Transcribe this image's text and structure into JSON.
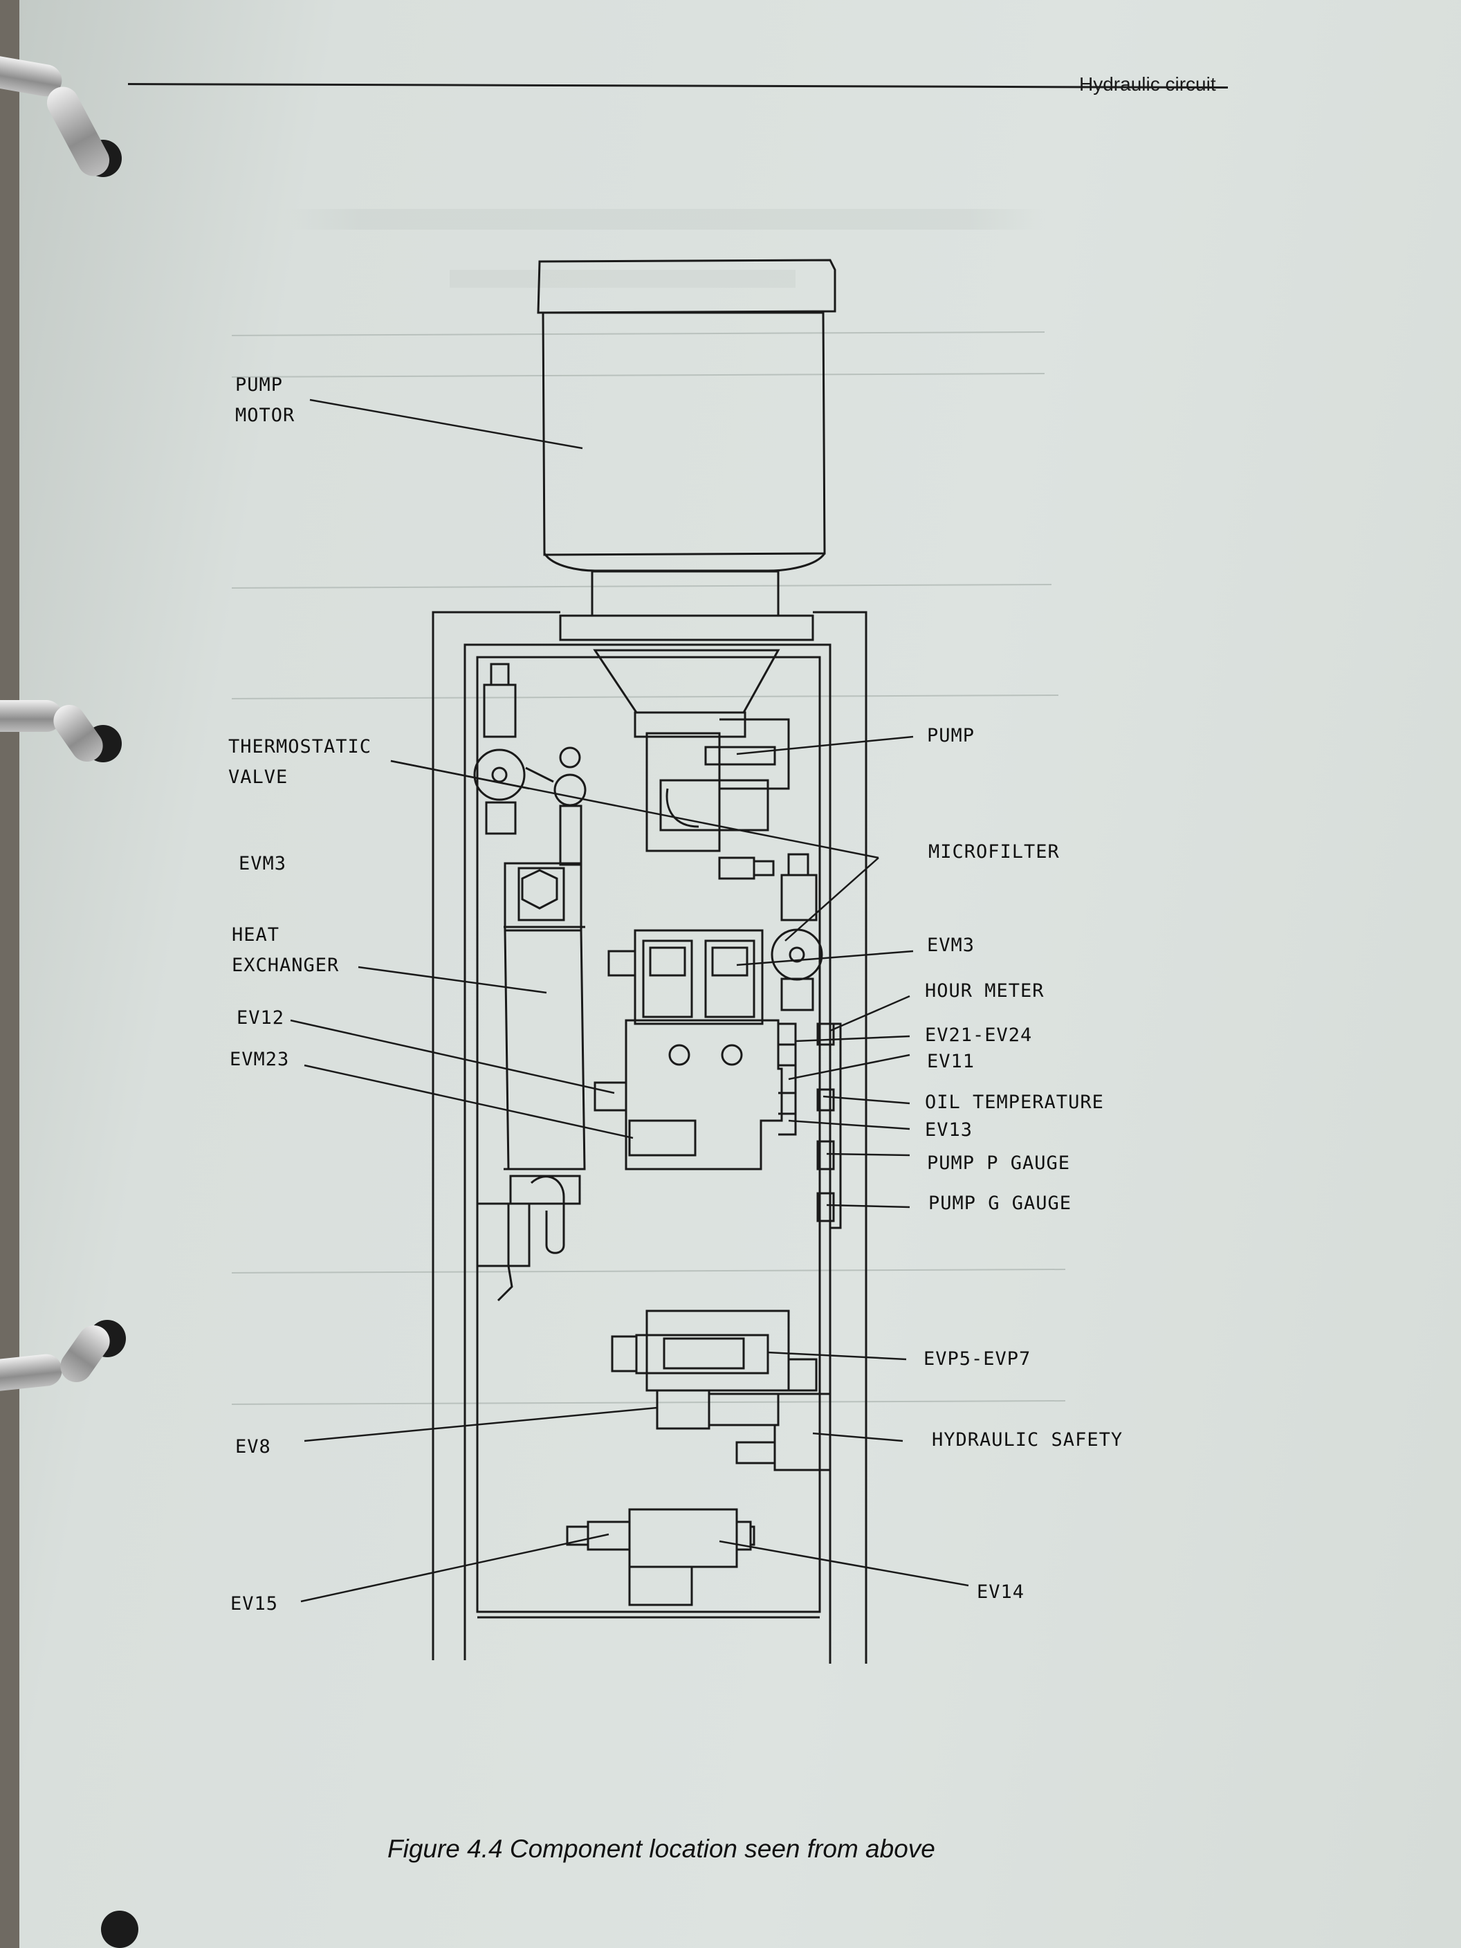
{
  "header": {
    "title": "Hydraulic circuit"
  },
  "labels": {
    "pump_motor": "PUMP\nMOTOR",
    "thermostatic_valve": "THERMOSTATIC\nVALVE",
    "evm3_left": "EVM3",
    "heat_exchanger": "HEAT\nEXCHANGER",
    "ev12": "EV12",
    "evm23": "EVM23",
    "ev8": "EV8",
    "ev15": "EV15",
    "pump": "PUMP",
    "microfilter": "MICROFILTER",
    "evm3_right": "EVM3",
    "hour_meter": "HOUR METER",
    "ev21_ev24": "EV21-EV24",
    "ev11": "EV11",
    "oil_temperature": "OIL TEMPERATURE",
    "ev13": "EV13",
    "pump_p_gauge": "PUMP P GAUGE",
    "pump_g_gauge": "PUMP G GAUGE",
    "evp5_evp7": "EVP5-EVP7",
    "hydraulic_safety": "HYDRAULIC SAFETY",
    "ev14": "EV14"
  },
  "caption": "Figure 4.4    Component location seen from above"
}
